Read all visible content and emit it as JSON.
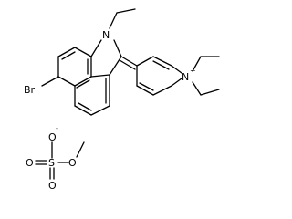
{
  "atoms": {
    "n_ring": "N",
    "n_plus": "N",
    "plus_charge": "+",
    "bromine": "Br",
    "sulfur": "S",
    "o_minus": "O",
    "minus_charge": "-",
    "o_left": "O",
    "o_right": "O",
    "o_bottom": "O"
  }
}
